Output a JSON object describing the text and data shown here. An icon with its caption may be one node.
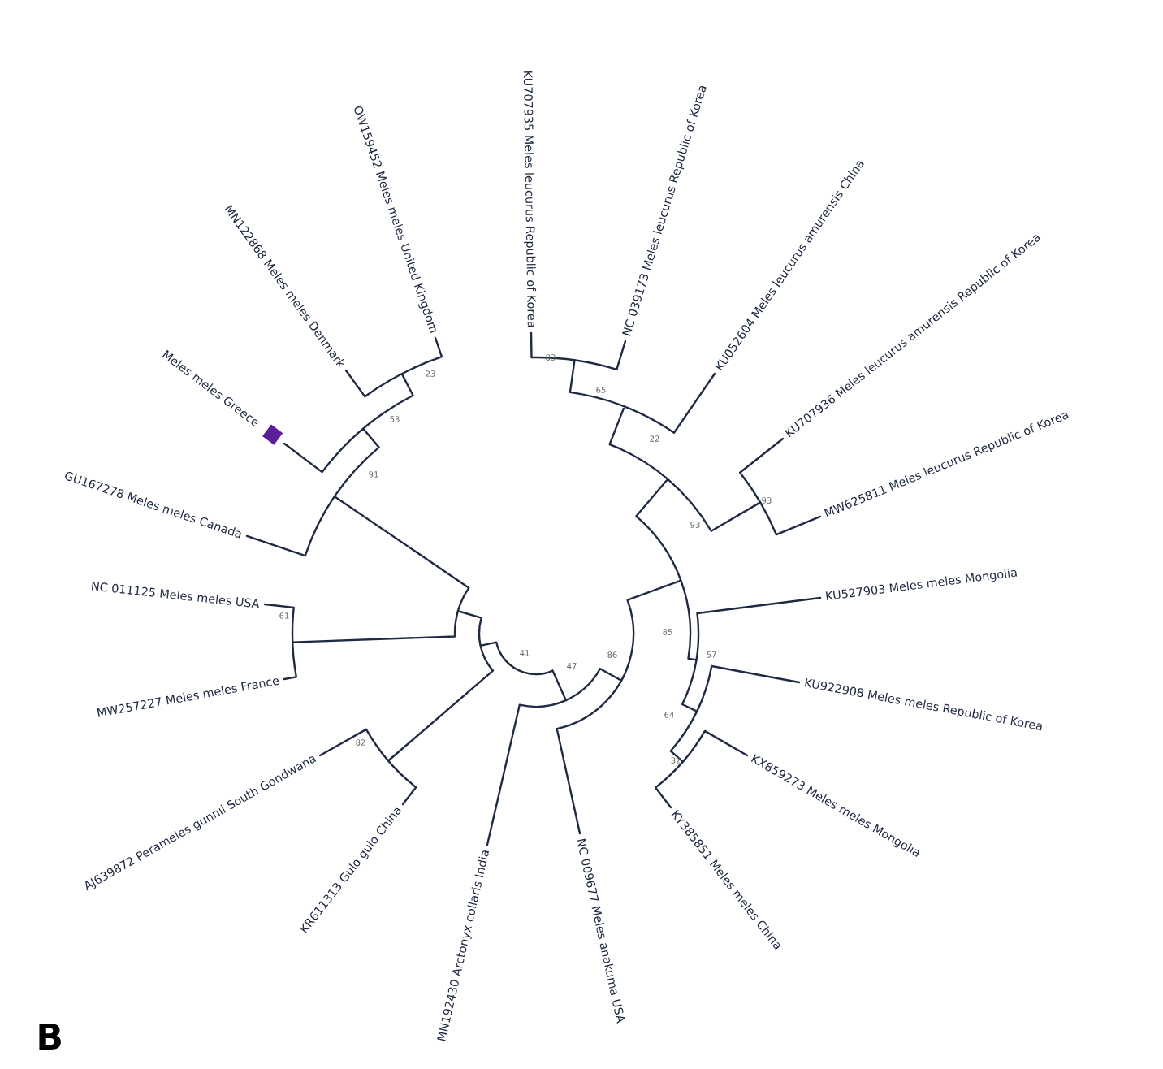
{
  "diagram": {
    "nodes": [
      {
        "text": [
          "KU707935 Meles leucurus Republic of Korea"
        ]
      },
      {
        "text": [
          "NC 039173 Meles leucurus Republic of Korea"
        ]
      },
      {
        "text": [
          "KU052604 Meles leucurus amurensis China"
        ]
      },
      {
        "text": [
          "KU707936 Meles leucurus amurensis Republic of Korea"
        ]
      },
      {
        "text": [
          "MW625811 Meles leucurus Republic of Korea"
        ]
      },
      {
        "text": [
          "KU527903 Meles meles Mongolia"
        ]
      },
      {
        "text": [
          "KU922908 Meles meles Republic of Korea"
        ]
      },
      {
        "text": [
          "KX859273 Meles meles Mongolia"
        ]
      },
      {
        "text": [
          "KY385851 Meles meles China"
        ]
      },
      {
        "text": [
          "NC 009677 Meles anakuma USA"
        ]
      },
      {
        "text": [
          "MN192430 Arctonyx collaris India"
        ]
      },
      {
        "text": [
          "KR611313 Gulo gulo China"
        ]
      },
      {
        "text": [
          "AJ639872 Perameles gunnii South Gondwana"
        ]
      },
      {
        "text": [
          "MW257227 Meles meles France"
        ]
      },
      {
        "text": [
          "NC 011125 Meles meles USA"
        ]
      },
      {
        "text": [
          "GU167278 Meles meles Canada"
        ]
      },
      {
        "text": [
          "Meles meles Greece"
        ]
      },
      {
        "text": [
          "MN122868 Meles meles Denmark"
        ]
      },
      {
        "text": [
          "OW159452 Meles meles United Kingdom"
        ]
      }
    ],
    "labels": [
      "83",
      "23",
      "65",
      "53",
      "22",
      "91",
      "93",
      "93",
      "61",
      "85",
      "41",
      "57",
      "47",
      "86",
      "64",
      "82",
      "32",
      "B"
    ]
  }
}
